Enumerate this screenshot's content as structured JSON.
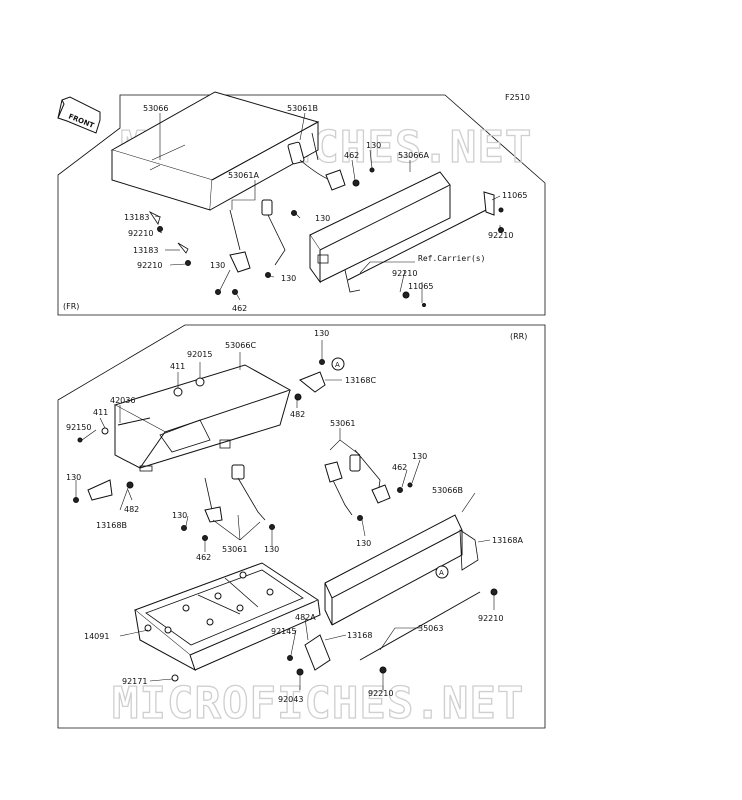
{
  "diagram": {
    "figure_code": "F2510",
    "front_arrow_label": "FRONT",
    "watermark": "MICROFICHES.NET",
    "sections": {
      "front": {
        "label": "(FR)"
      },
      "rear": {
        "label": "(RR)"
      }
    },
    "ref_note": "Ref.Carrier(s)",
    "callout_letter": "A",
    "part_labels": {
      "fr_53066": "53066",
      "fr_53061b": "53061B",
      "fr_462_top": "462",
      "fr_130_top": "130",
      "fr_53066a": "53066A",
      "fr_11065_top": "11065",
      "fr_53061a": "53061A",
      "fr_130_mid": "130",
      "fr_13183_a": "13183",
      "fr_92210_a": "92210",
      "fr_13183_b": "13183",
      "fr_92210_b": "92210",
      "fr_92210_right": "92210",
      "fr_92210_ref": "92210",
      "fr_11065_bot": "11065",
      "fr_130_left": "130",
      "fr_130_right": "130",
      "fr_462_bot": "462",
      "rr_130_top": "130",
      "rr_92015": "92015",
      "rr_53066c": "53066C",
      "rr_13168c": "13168C",
      "rr_411_a": "411",
      "rr_482_top": "482",
      "rr_42036": "42036",
      "rr_411_b": "411",
      "rr_92150": "92150",
      "rr_53061_right": "53061",
      "rr_462_right": "462",
      "rr_130_right": "130",
      "rr_130_left": "130",
      "rr_53066b": "53066B",
      "rr_482_left": "482",
      "rr_13168b": "13168B",
      "rr_130_lower": "130",
      "rr_130_bot_right": "130",
      "rr_462_bot": "462",
      "rr_53061_bot": "53061",
      "rr_130_bot": "130",
      "rr_13168a": "13168A",
      "rr_92210_right": "92210",
      "rr_482a": "482A",
      "rr_92145": "92145",
      "rr_13168": "13168",
      "rr_35063": "35063",
      "rr_14091": "14091",
      "rr_92171": "92171",
      "rr_92210_bot": "92210",
      "rr_92043": "92043"
    }
  }
}
